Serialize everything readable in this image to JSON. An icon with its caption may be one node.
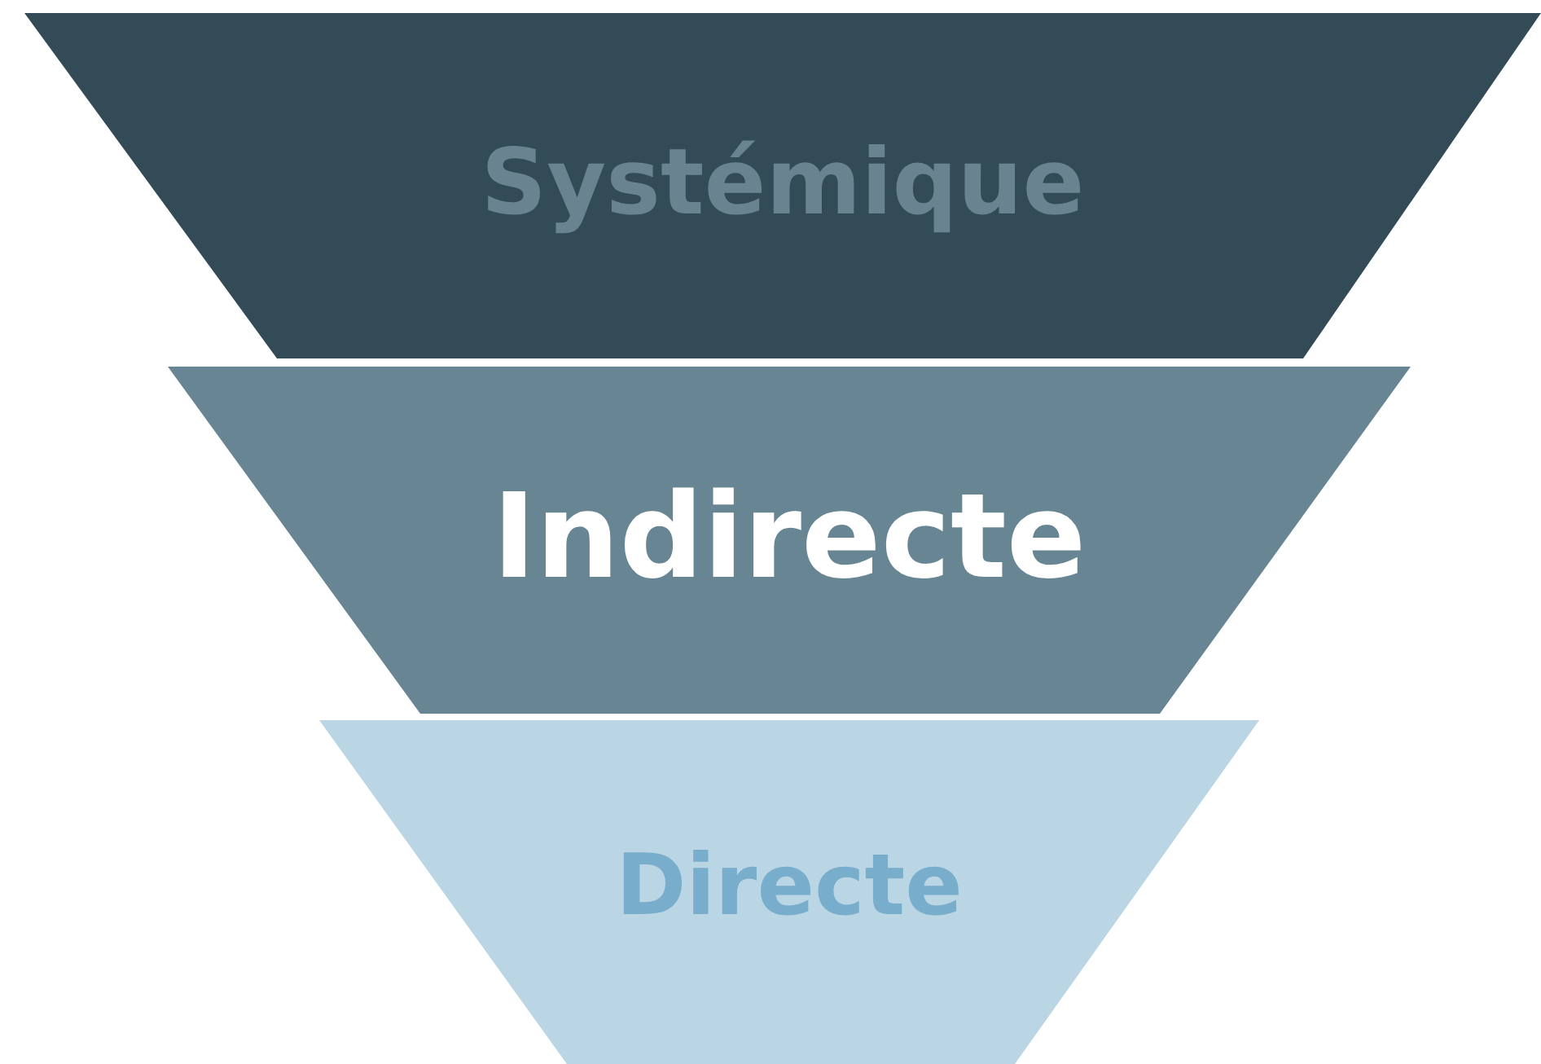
{
  "diagram": {
    "nodes": [
      {
        "text": [
          "Systémique"
        ]
      },
      {
        "text": [
          "Indirecte"
        ]
      },
      {
        "text": [
          "Directe"
        ]
      }
    ]
  }
}
